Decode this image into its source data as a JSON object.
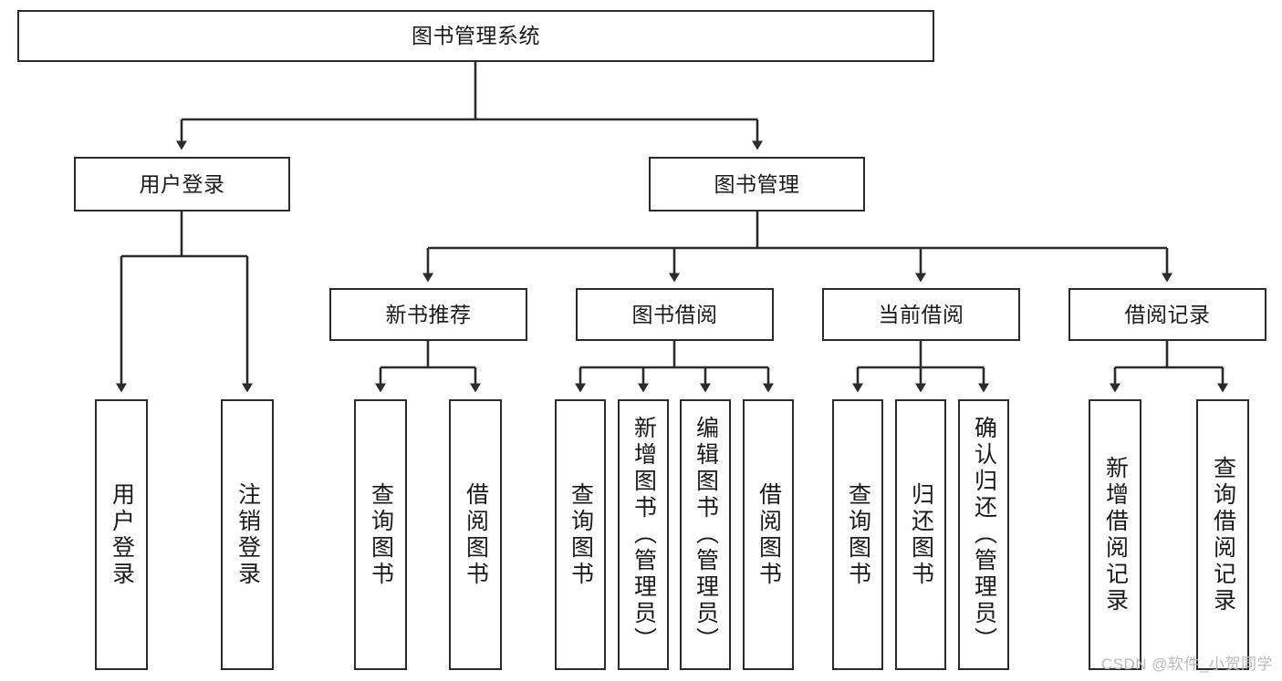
{
  "diagram": {
    "title": "图书管理系统",
    "type": "tree-hierarchy-diagram",
    "colors": {
      "box_border": "#2b2b2b",
      "box_fill": "#ffffff",
      "edge": "#2b2b2b",
      "text": "#1a1a1a",
      "watermark": "#b9b9b9",
      "background": "#ffffff"
    }
  },
  "root": {
    "label": "图书管理系统"
  },
  "level2": [
    {
      "label": "用户登录"
    },
    {
      "label": "图书管理"
    }
  ],
  "level3": [
    {
      "label": "新书推荐"
    },
    {
      "label": "图书借阅"
    },
    {
      "label": "当前借阅"
    },
    {
      "label": "借阅记录"
    }
  ],
  "leaves": {
    "user_login": [
      {
        "label": "用户登录"
      },
      {
        "label": "注销登录"
      }
    ],
    "new_book": [
      {
        "label": "查询图书"
      },
      {
        "label": "借阅图书"
      }
    ],
    "borrow_book": [
      {
        "label": "查询图书"
      },
      {
        "label": "新增图书（管理员）"
      },
      {
        "label": "编辑图书（管理员）"
      },
      {
        "label": "借阅图书"
      }
    ],
    "current_borrow": [
      {
        "label": "查询图书"
      },
      {
        "label": "归还图书"
      },
      {
        "label": "确认归还（管理员）"
      }
    ],
    "borrow_record": [
      {
        "label": "新增借阅记录"
      },
      {
        "label": "查询借阅记录"
      }
    ]
  },
  "watermark": {
    "text": "CSDN @软件_小贺同学"
  }
}
